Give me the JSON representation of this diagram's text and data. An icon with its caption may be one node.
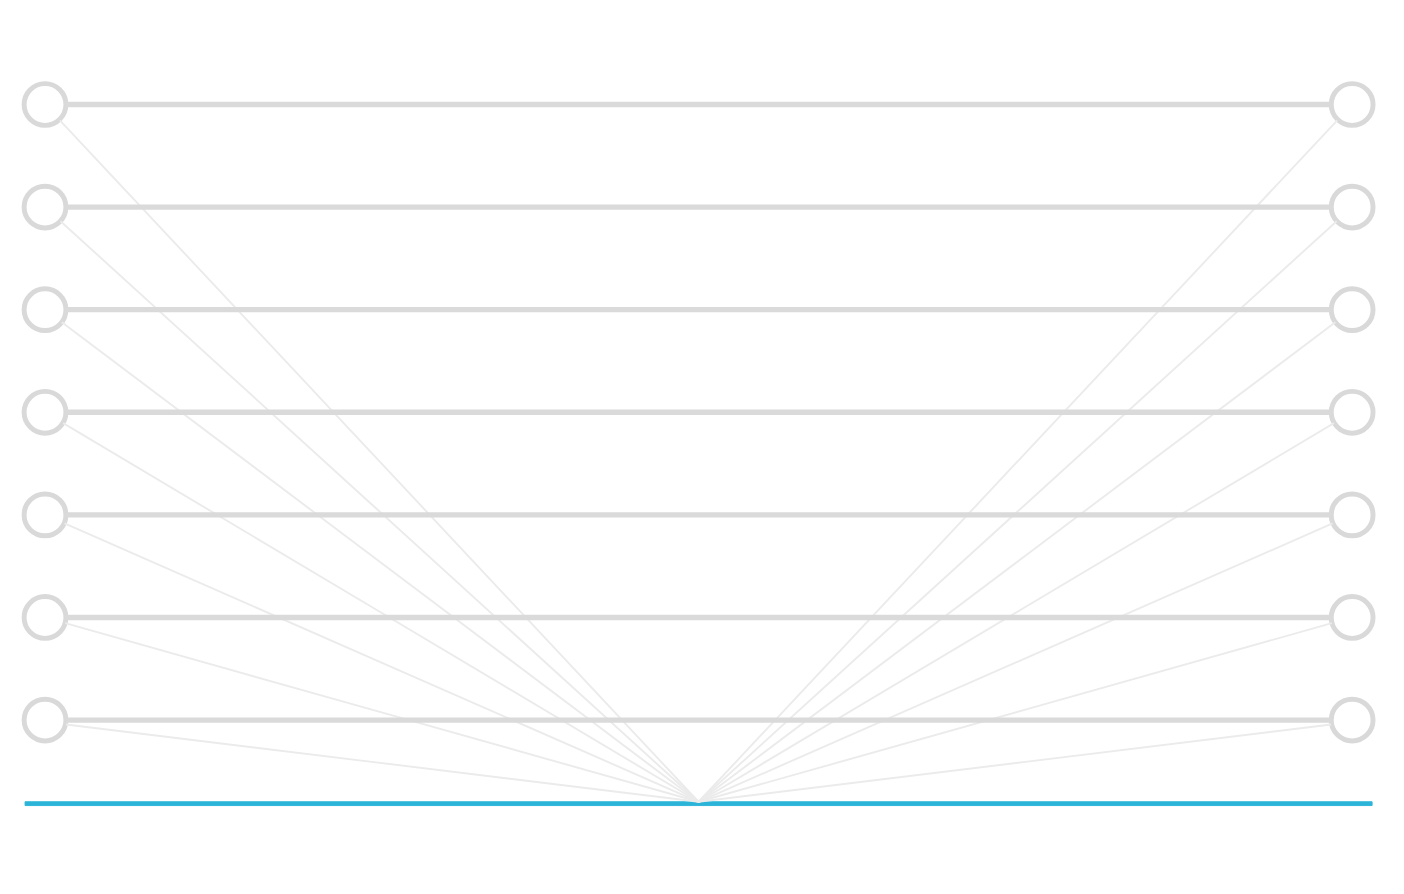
{
  "diagram": {
    "nodes": [
      {
        "text": [],
        "shape": "circle"
      },
      {
        "text": [],
        "shape": "circle"
      },
      {
        "text": [],
        "shape": "circle"
      },
      {
        "text": [],
        "shape": "circle"
      },
      {
        "text": [],
        "shape": "circle"
      },
      {
        "text": [],
        "shape": "circle"
      },
      {
        "text": [],
        "shape": "circle"
      },
      {
        "text": [],
        "shape": "circle"
      },
      {
        "text": [],
        "shape": "circle"
      },
      {
        "text": [],
        "shape": "circle"
      },
      {
        "text": [],
        "shape": "circle"
      },
      {
        "text": [],
        "shape": "circle"
      },
      {
        "text": [],
        "shape": "circle"
      },
      {
        "text": [],
        "shape": "circle"
      },
      {
        "text": [],
        "shape": "bar"
      }
    ],
    "edges": [
      {
        "from": 0,
        "to": 1,
        "arrow": "none",
        "style": "thick",
        "color": "#dadada"
      },
      {
        "from": 2,
        "to": 3,
        "arrow": "none",
        "style": "thick",
        "color": "#dadada"
      },
      {
        "from": 4,
        "to": 5,
        "arrow": "none",
        "style": "thick",
        "color": "#dadada"
      },
      {
        "from": 6,
        "to": 7,
        "arrow": "none",
        "style": "thick",
        "color": "#dadada"
      },
      {
        "from": 8,
        "to": 9,
        "arrow": "none",
        "style": "thick",
        "color": "#dadada"
      },
      {
        "from": 10,
        "to": 11,
        "arrow": "none",
        "style": "thick",
        "color": "#dadada"
      },
      {
        "from": 12,
        "to": 13,
        "arrow": "none",
        "style": "thick",
        "color": "#dadada"
      },
      {
        "from": 0,
        "to": 14,
        "arrow": "none"
      },
      {
        "from": 1,
        "to": 14,
        "arrow": "none"
      },
      {
        "from": 2,
        "to": 14,
        "arrow": "none"
      },
      {
        "from": 3,
        "to": 14,
        "arrow": "none"
      },
      {
        "from": 4,
        "to": 14,
        "arrow": "none"
      },
      {
        "from": 5,
        "to": 14,
        "arrow": "none"
      },
      {
        "from": 6,
        "to": 14,
        "arrow": "none"
      },
      {
        "from": 7,
        "to": 14,
        "arrow": "none"
      },
      {
        "from": 8,
        "to": 14,
        "arrow": "none"
      },
      {
        "from": 9,
        "to": 14,
        "arrow": "none"
      },
      {
        "from": 10,
        "to": 14,
        "arrow": "none"
      },
      {
        "from": 11,
        "to": 14,
        "arrow": "none"
      },
      {
        "from": 12,
        "to": 14,
        "arrow": "none"
      },
      {
        "from": 13,
        "to": 14,
        "arrow": "none"
      }
    ]
  }
}
